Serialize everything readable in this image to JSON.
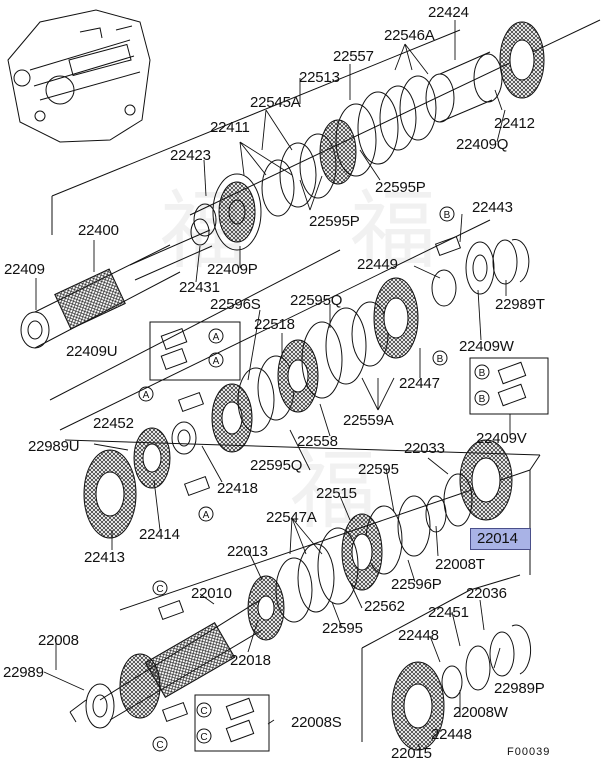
{
  "diagram": {
    "figure_id": "F00039",
    "highlight_color": "#a9b3e6",
    "watermark_glyph": "福",
    "parts": [
      {
        "id": "p22424",
        "label": "22424"
      },
      {
        "id": "p22546A",
        "label": "22546A"
      },
      {
        "id": "p22557",
        "label": "22557"
      },
      {
        "id": "p22513",
        "label": "22513"
      },
      {
        "id": "p22545A",
        "label": "22545A"
      },
      {
        "id": "p22412",
        "label": "22412"
      },
      {
        "id": "p22411",
        "label": "22411"
      },
      {
        "id": "p22409Q",
        "label": "22409Q"
      },
      {
        "id": "p22423",
        "label": "22423"
      },
      {
        "id": "p22595P",
        "label": "22595P"
      },
      {
        "id": "p22595P_b",
        "label": "22595P"
      },
      {
        "id": "p22400",
        "label": "22400"
      },
      {
        "id": "p22443",
        "label": "22443"
      },
      {
        "id": "p22409",
        "label": "22409"
      },
      {
        "id": "p22409P",
        "label": "22409P"
      },
      {
        "id": "p22449",
        "label": "22449"
      },
      {
        "id": "p22431",
        "label": "22431"
      },
      {
        "id": "p22596S",
        "label": "22596S"
      },
      {
        "id": "p22595Q",
        "label": "22595Q"
      },
      {
        "id": "p22989T",
        "label": "22989T"
      },
      {
        "id": "p22518",
        "label": "22518"
      },
      {
        "id": "p22409W",
        "label": "22409W"
      },
      {
        "id": "p22409U",
        "label": "22409U"
      },
      {
        "id": "p22447",
        "label": "22447"
      },
      {
        "id": "p22559A",
        "label": "22559A"
      },
      {
        "id": "p22452",
        "label": "22452"
      },
      {
        "id": "p22558",
        "label": "22558"
      },
      {
        "id": "p22409V",
        "label": "22409V"
      },
      {
        "id": "p22989U",
        "label": "22989U"
      },
      {
        "id": "p22033",
        "label": "22033"
      },
      {
        "id": "p22595Q_b",
        "label": "22595Q"
      },
      {
        "id": "p22595",
        "label": "22595"
      },
      {
        "id": "p22418",
        "label": "22418"
      },
      {
        "id": "p22515",
        "label": "22515"
      },
      {
        "id": "p22547A",
        "label": "22547A"
      },
      {
        "id": "p22014",
        "label": "22014"
      },
      {
        "id": "p22414",
        "label": "22414"
      },
      {
        "id": "p22008T",
        "label": "22008T"
      },
      {
        "id": "p22013",
        "label": "22013"
      },
      {
        "id": "p22413",
        "label": "22413"
      },
      {
        "id": "p22596P",
        "label": "22596P"
      },
      {
        "id": "p22010",
        "label": "22010"
      },
      {
        "id": "p22036",
        "label": "22036"
      },
      {
        "id": "p22562",
        "label": "22562"
      },
      {
        "id": "p22451",
        "label": "22451"
      },
      {
        "id": "p22595_b",
        "label": "22595"
      },
      {
        "id": "p22448",
        "label": "22448"
      },
      {
        "id": "p22008",
        "label": "22008"
      },
      {
        "id": "p22018",
        "label": "22018"
      },
      {
        "id": "p22989P",
        "label": "22989P"
      },
      {
        "id": "p22989",
        "label": "22989"
      },
      {
        "id": "p22008W",
        "label": "22008W"
      },
      {
        "id": "p22008S",
        "label": "22008S"
      },
      {
        "id": "p22448_b",
        "label": "22448"
      },
      {
        "id": "p22015",
        "label": "22015"
      }
    ],
    "callouts": [
      "A",
      "A",
      "A",
      "A",
      "B",
      "B",
      "B",
      "B",
      "C",
      "C",
      "C",
      "C"
    ]
  }
}
